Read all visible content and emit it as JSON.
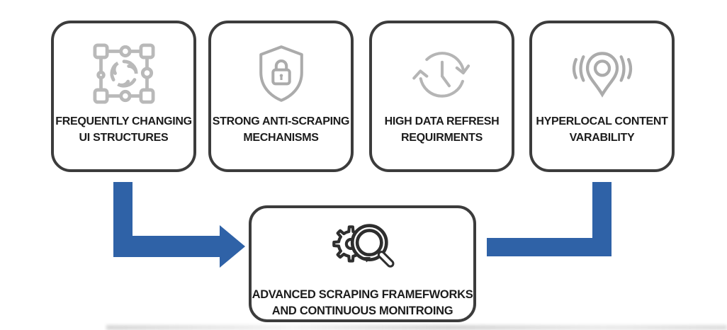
{
  "diagram": {
    "colors": {
      "background": "#ffffff",
      "card_border": "#3c3c3c",
      "text": "#1c1c1c",
      "arrow_blue": "#2f62a7",
      "icon_gray": "#b3b3b3",
      "icon_dark": "#2e2e2e"
    },
    "challenges": [
      {
        "icon": "vector-design-icon",
        "label_line1": "FREQUENTLY CHANGING",
        "label_line2": "UI STRUCTURES"
      },
      {
        "icon": "shield-lock-icon",
        "label_line1": "STRONG ANTI-SCRAPING",
        "label_line2": "MECHANISMS"
      },
      {
        "icon": "clock-refresh-icon",
        "label_line1": "HIGH DATA REFRESH",
        "label_line2": "REQUIRMENTS"
      },
      {
        "icon": "location-signal-icon",
        "label_line1": "HYPERLOCAL CONTENT",
        "label_line2": "VARABILITY"
      }
    ],
    "solution": {
      "icon": "gear-magnifier-icon",
      "label_line1": "ADVANCED SCRAPING FRAMEFWORKS",
      "label_line2": "AND CONTINUOUS MONITROING"
    }
  }
}
